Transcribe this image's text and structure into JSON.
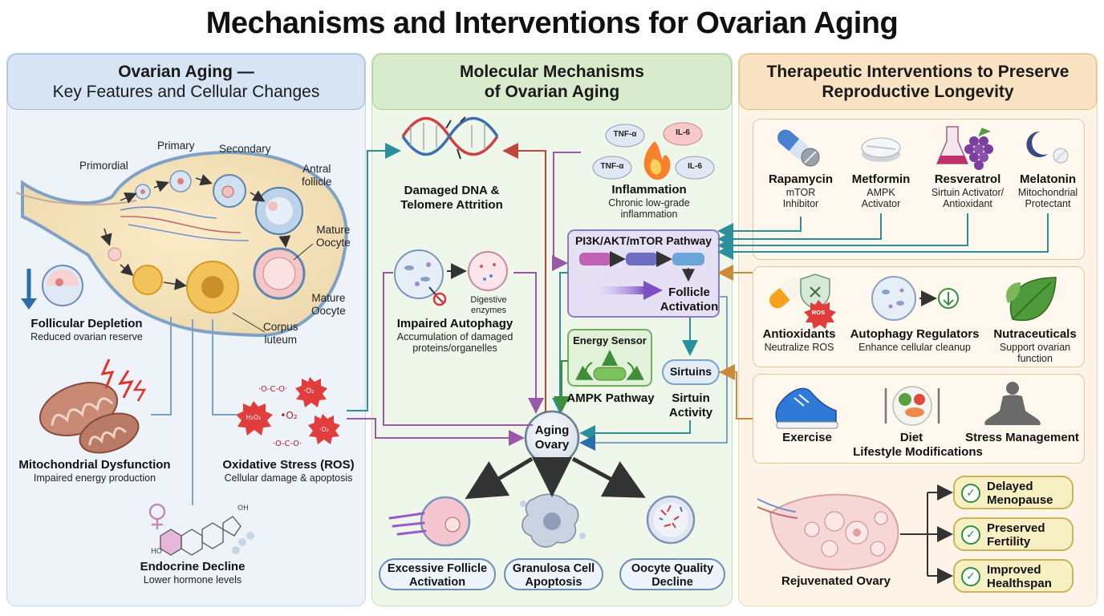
{
  "title": "Mechanisms and Interventions for Ovarian Aging",
  "panels": {
    "left": {
      "title_line1": "Ovarian Aging —",
      "title_line2": "Key Features and Cellular Changes",
      "stages": {
        "primordial": "Primordial",
        "primary": "Primary",
        "secondary": "Secondary",
        "antral_l1": "Antral",
        "antral_l2": "follicle",
        "mature1_l1": "Mature",
        "mature1_l2": "Oocyte",
        "mature2_l1": "Mature",
        "mature2_l2": "Oocyte",
        "corpus_l1": "Corpus",
        "corpus_l2": "luteum"
      },
      "features": {
        "depletion_title": "Follicular Depletion",
        "depletion_sub": "Reduced ovarian reserve",
        "mito_title": "Mitochondrial Dysfunction",
        "mito_sub": "Impaired energy production",
        "ros_title": "Oxidative Stress (ROS)",
        "ros_sub": "Cellular damage & apoptosis",
        "endo_title": "Endocrine Decline",
        "endo_sub": "Lower hormone levels"
      }
    },
    "middle": {
      "title_line1": "Molecular Mechanisms",
      "title_line2": "of Ovarian Aging",
      "dna_l1": "Damaged DNA &",
      "dna_l2": "Telomere Attrition",
      "inflam_title": "Inflammation",
      "inflam_sub1": "Chronic low-grade",
      "inflam_sub2": "inflammation",
      "cytokines": [
        "TNF-α",
        "IL-6",
        "TNF-α",
        "IL-6"
      ],
      "autophagy_title": "Impaired Autophagy",
      "autophagy_sub1": "Accumulation of damaged",
      "autophagy_sub2": "proteins/organelles",
      "digestive_l1": "Digestive",
      "digestive_l2": "enzymes",
      "pathway_title": "PI3K/AKT/mTOR Pathway",
      "activation_l1": "Follicle",
      "activation_l2": "Activation",
      "energy_sensor": "Energy Sensor",
      "ampk": "AMPK Pathway",
      "sirtuins": "Sirtuins",
      "sirtuin_l1": "Sirtuin",
      "sirtuin_l2": "Activity",
      "aging_l1": "Aging",
      "aging_l2": "Ovary",
      "outcomes": [
        {
          "l1": "Excessive Follicle",
          "l2": "Activation"
        },
        {
          "l1": "Granulosa Cell",
          "l2": "Apoptosis"
        },
        {
          "l1": "Oocyte Quality",
          "l2": "Decline"
        }
      ]
    },
    "right": {
      "title_line1": "Therapeutic Interventions to Preserve",
      "title_line2": "Reproductive Longevity",
      "drugs": [
        {
          "name": "Rapamycin",
          "d1": "mTOR",
          "d2": "Inhibitor"
        },
        {
          "name": "Metformin",
          "d1": "AMPK",
          "d2": "Activator"
        },
        {
          "name": "Resveratrol",
          "d1": "Sirtuin Activator/",
          "d2": "Antioxidant"
        },
        {
          "name": "Melatonin",
          "d1": "Mitochondrial",
          "d2": "Protectant"
        }
      ],
      "supplements": [
        {
          "name": "Antioxidants",
          "d1": "Neutralize ROS",
          "d2": ""
        },
        {
          "name": "Autophagy Regulators",
          "d1": "Enhance cellular cleanup",
          "d2": ""
        },
        {
          "name": "Nutraceuticals",
          "d1": "Support ovarian",
          "d2": "function"
        }
      ],
      "ros_tag": "ROS",
      "lifestyle": {
        "exercise": "Exercise",
        "diet": "Diet",
        "stress": "Stress Management",
        "caption": "Lifestyle Modifications"
      },
      "rejuvenated": "Rejuvenated Ovary",
      "results": [
        {
          "l1": "Delayed",
          "l2": "Menopause"
        },
        {
          "l1": "Preserved",
          "l2": "Fertility"
        },
        {
          "l1": "Improved",
          "l2": "Healthspan"
        }
      ]
    }
  },
  "colors": {
    "blue_arrow": "#2a6fa8",
    "red_arrow": "#c0463a",
    "purple_arrow": "#9a59a8",
    "teal_arrow": "#2b8f9c",
    "orange_arrow": "#c98a3a",
    "mtor_box": "#e6e0f4"
  }
}
